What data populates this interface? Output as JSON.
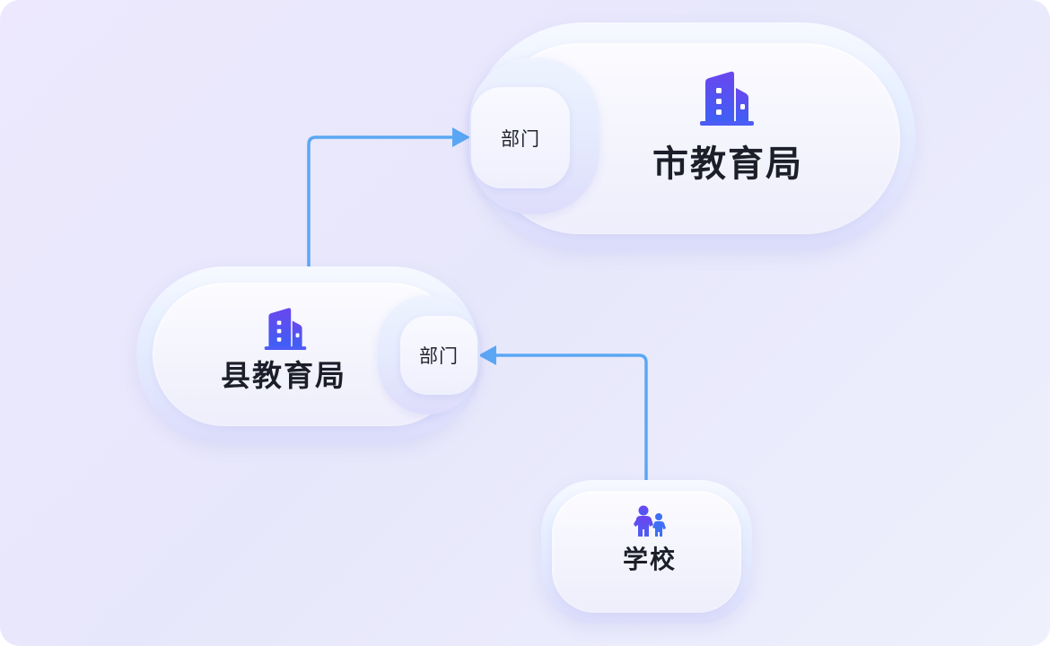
{
  "colors": {
    "connector": "#5aa7f4",
    "icon_primary": "#4d5cf5",
    "icon_secondary": "#6a46ee",
    "text": "#1c1f29"
  },
  "nodes": {
    "city": {
      "label": "市教育局",
      "icon": "office-building-icon",
      "department_label": "部门"
    },
    "county": {
      "label": "县教育局",
      "icon": "office-building-icon",
      "department_label": "部门"
    },
    "school": {
      "label": "学校",
      "icon": "parent-child-icon"
    }
  },
  "edges": [
    {
      "from": "county",
      "to": "city.department"
    },
    {
      "from": "school",
      "to": "county.department"
    }
  ]
}
